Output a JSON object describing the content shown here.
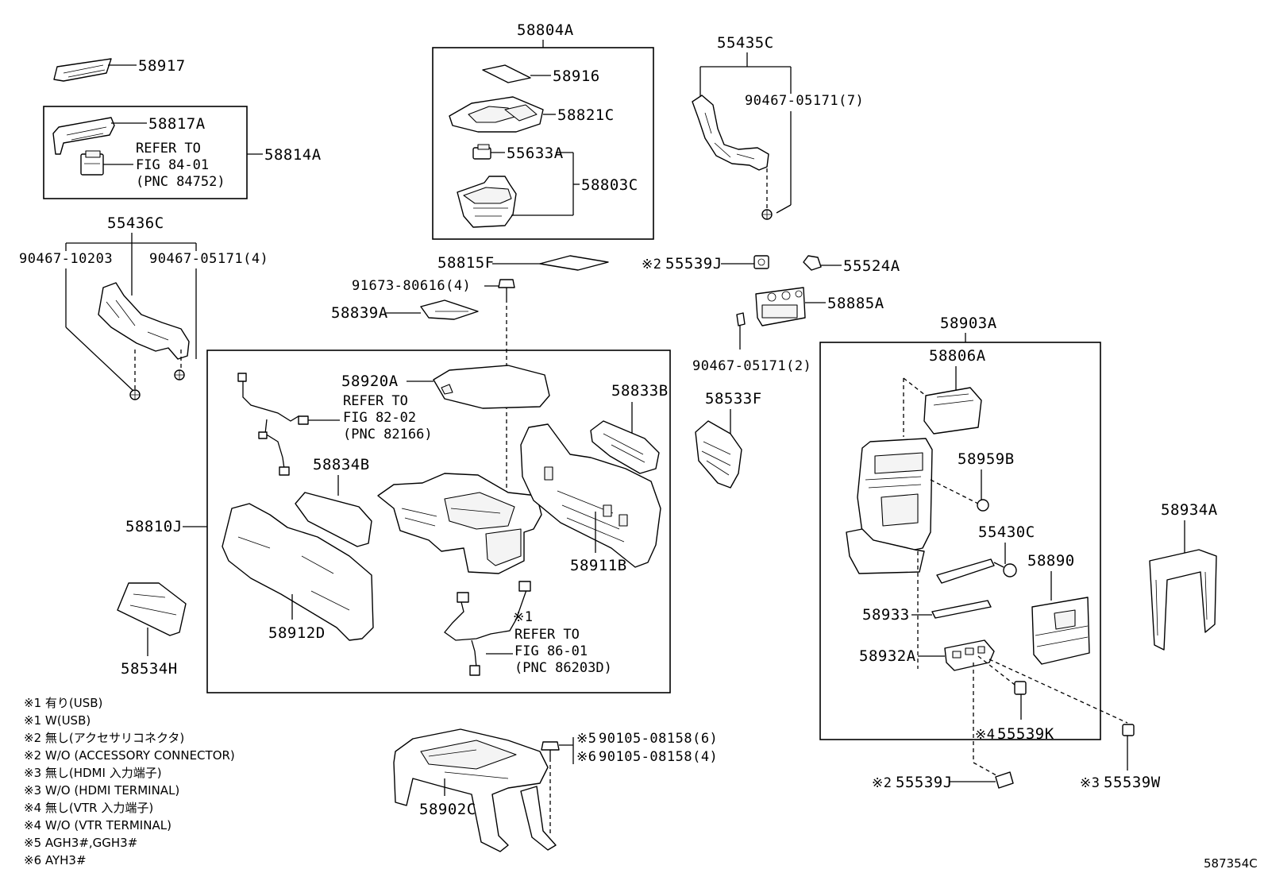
{
  "labels": {
    "p58917": "58917",
    "p58817A": "58817A",
    "p58814A": "58814A",
    "refer_84_a": "REFER TO",
    "refer_84_b": "FIG 84-01",
    "refer_84_c": "(PNC 84752)",
    "p55436C": "55436C",
    "p90467_10203": "90467-10203",
    "p90467_05171_4": "90467-05171(4)",
    "p58804A": "58804A",
    "p58916": "58916",
    "p58821C": "58821C",
    "p55633A": "55633A",
    "p58803C": "58803C",
    "p55435C": "55435C",
    "p90467_05171_7": "90467-05171(7)",
    "p58815F": "58815F",
    "p91673": "91673-80616(4)",
    "p58839A": "58839A",
    "p55539J_top": "55539J",
    "p55524A": "55524A",
    "p58885A": "58885A",
    "p90467_05171_2": "90467-05171(2)",
    "p58920A": "58920A",
    "refer_82_a": "REFER TO",
    "refer_82_b": "FIG 82-02",
    "refer_82_c": "(PNC 82166)",
    "p58833B": "58833B",
    "p58834B": "58834B",
    "p58810J": "58810J",
    "p58911B": "58911B",
    "p58912D": "58912D",
    "refer_86_a": "REFER TO",
    "refer_86_b": "FIG 86-01",
    "refer_86_c": "(PNC 86203D)",
    "p58533F": "58533F",
    "p58534H": "58534H",
    "p58903A": "58903A",
    "p58806A": "58806A",
    "p58959B": "58959B",
    "p55430C": "55430C",
    "p58890": "58890",
    "p58933": "58933",
    "p58932A": "58932A",
    "p55539K": "55539K",
    "p55539J_bottom": "55539J",
    "p55539W": "55539W",
    "p58934A": "58934A",
    "p58902C": "58902C",
    "p90105_6": "90105-08158(6)",
    "p90105_4": "90105-08158(4)",
    "mark_1": "※1",
    "mark_2": "※2",
    "mark_3": "※3",
    "mark_4": "※4",
    "mark_5": "※5",
    "mark_6": "※6"
  },
  "notes": [
    "※1 有り(USB)",
    "※1 W(USB)",
    "※2 無し(アクセサリコネクタ)",
    "※2 W/O (ACCESSORY CONNECTOR)",
    "※3 無し(HDMI 入力端子)",
    "※3 W/O (HDMI TERMINAL)",
    "※4 無し(VTR 入力端子)",
    "※4 W/O (VTR TERMINAL)",
    "※5 AGH3#,GGH3#",
    "※6 AYH3#"
  ],
  "illustration_id": "587354C"
}
